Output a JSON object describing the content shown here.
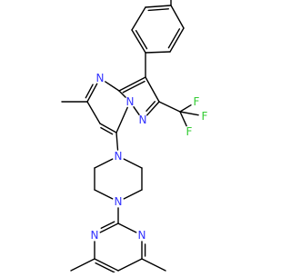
{
  "molecule": {
    "atom_labels": {
      "N_pyrimidine_top": "N",
      "N_bridge": "N",
      "N_pyrazole": "N",
      "N_piperazine_top": "N",
      "N_piperazine_bottom": "N",
      "N_dmp_left": "N",
      "N_dmp_right": "N",
      "F1": "F",
      "F2": "F",
      "F3": "F"
    }
  },
  "colors": {
    "bond": "#000000",
    "nitrogen": "#3333ff",
    "fluorine": "#33cc33",
    "background": "#ffffff"
  }
}
